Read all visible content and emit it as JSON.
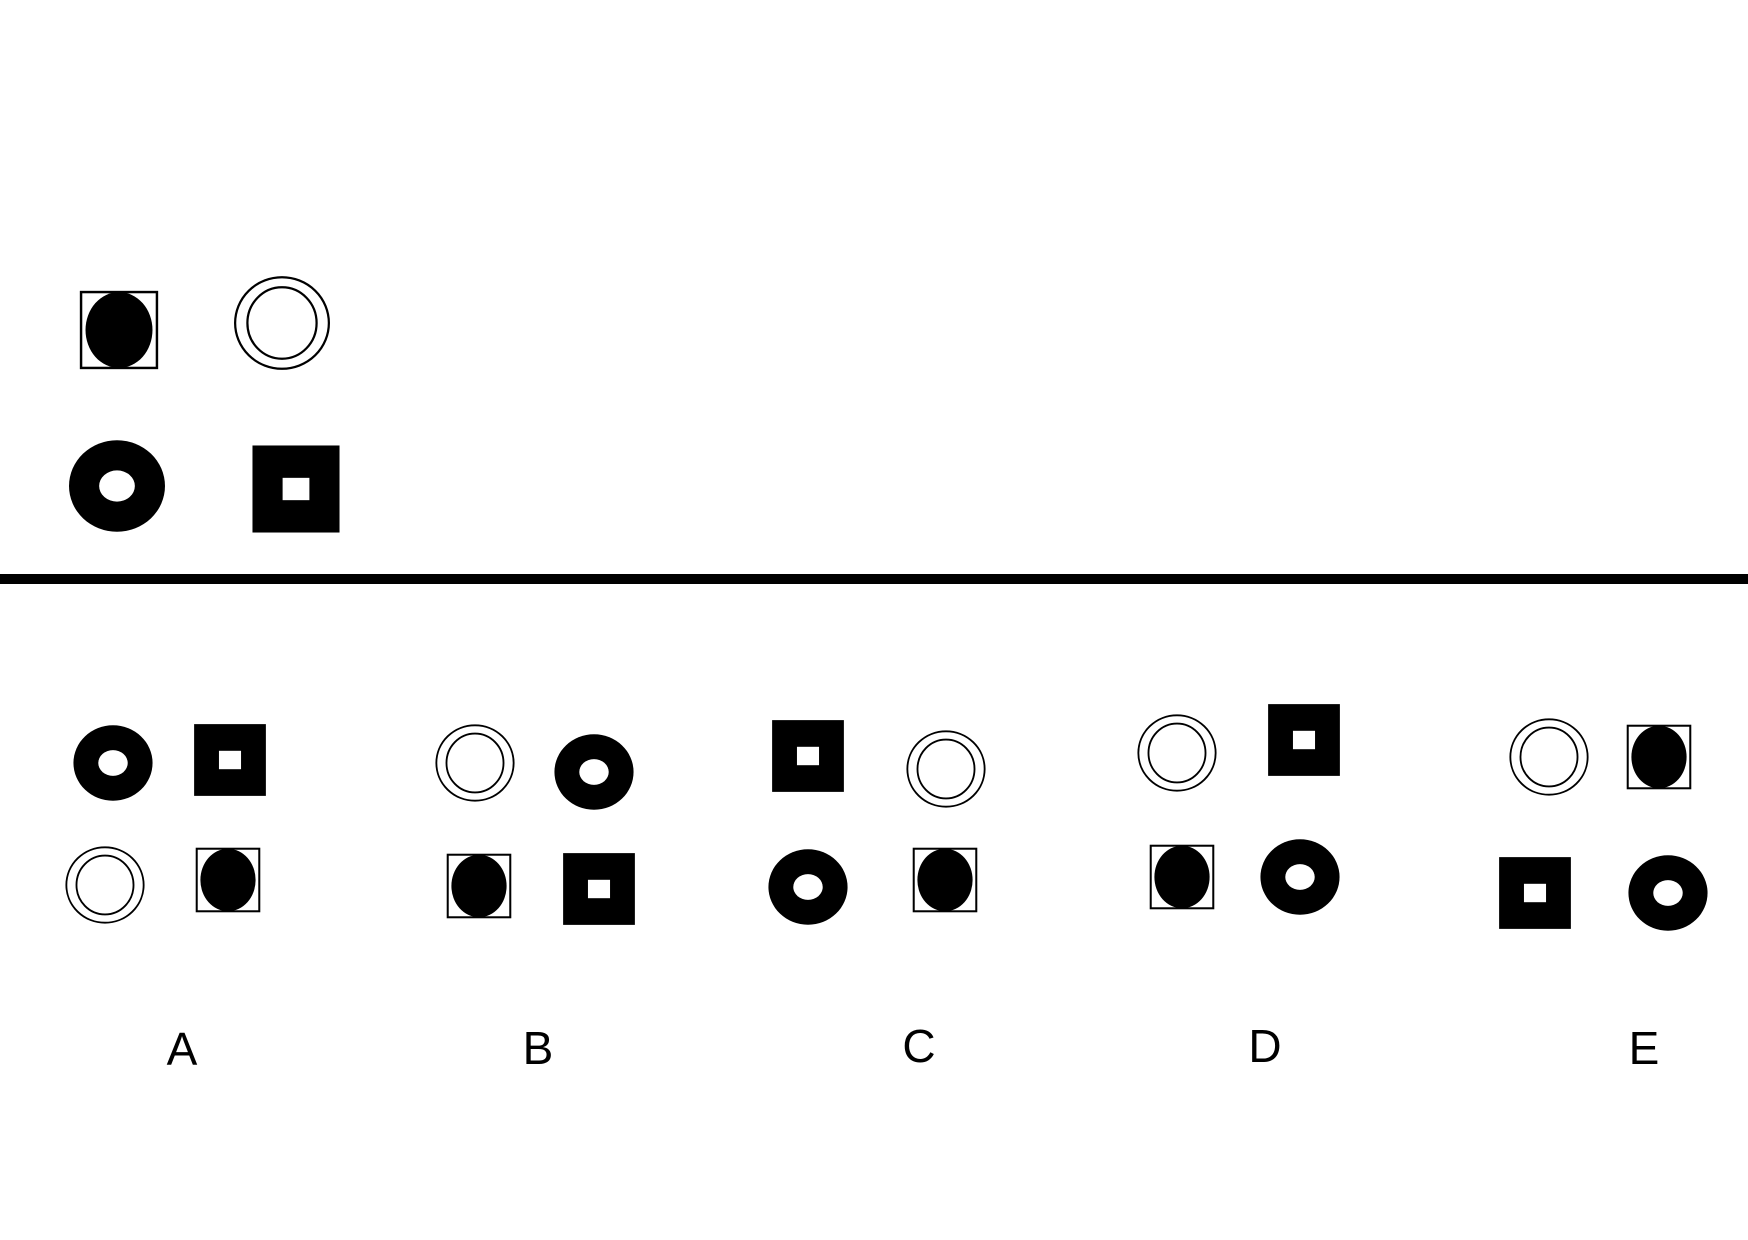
{
  "colors": {
    "ink": "#000000",
    "paper": "#ffffff"
  },
  "prompt": {
    "shapes": [
      "square-with-filled-circle",
      "double-ring",
      "filled-circle-with-hole",
      "filled-square-with-square-hole"
    ]
  },
  "options": [
    {
      "label": "A",
      "shapes": [
        "filled-circle-with-hole",
        "filled-square-with-square-hole",
        "double-ring",
        "square-with-filled-circle"
      ]
    },
    {
      "label": "B",
      "shapes": [
        "double-ring",
        "filled-circle-with-hole",
        "square-with-filled-circle",
        "filled-square-with-square-hole"
      ]
    },
    {
      "label": "C",
      "shapes": [
        "filled-square-with-square-hole",
        "double-ring",
        "filled-circle-with-hole",
        "square-with-filled-circle"
      ]
    },
    {
      "label": "D",
      "shapes": [
        "double-ring",
        "filled-square-with-square-hole",
        "square-with-filled-circle",
        "filled-circle-with-hole"
      ]
    },
    {
      "label": "E",
      "shapes": [
        "double-ring",
        "square-with-filled-circle",
        "filled-square-with-square-hole",
        "filled-circle-with-hole"
      ]
    }
  ]
}
